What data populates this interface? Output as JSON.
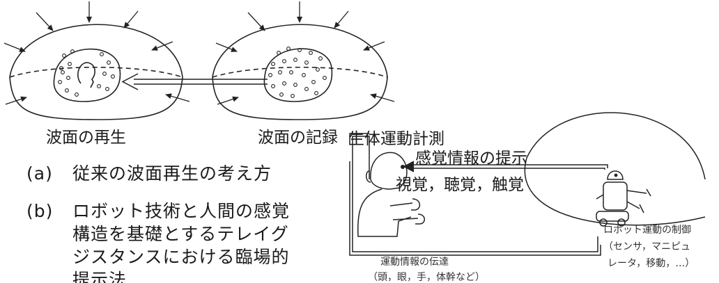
{
  "labels": {
    "wavefront_reproduction": "波面の再生",
    "wavefront_recording": "波面の記録",
    "body_motion_measurement": "生体運動計測",
    "sensory_info_presentation": "感覚情報の提示",
    "senses": "視覚，聴覚，触覚",
    "robot_motion_control": "ロボット運動の制御",
    "robot_motion_detail_1": "（センサ，マニピュ",
    "robot_motion_detail_2": "レータ，移動，…）",
    "motion_info_transmission": "運動情報の伝達",
    "motion_info_detail": "（頭，眼，手，体幹など）"
  },
  "captions": {
    "a_mark": "(a)",
    "a_text": "従来の波面再生の考え方",
    "b_mark": "(b)",
    "b_line1": "ロボット技術と人間の感覚",
    "b_line2": "構造を基礎とするテレイグ",
    "b_line3": "ジスタンスにおける臨場的",
    "b_line4": "提示法"
  }
}
